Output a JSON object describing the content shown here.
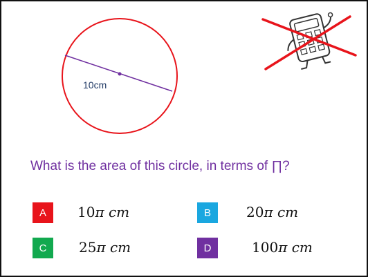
{
  "figure": {
    "diameter_label": "10cm"
  },
  "question": {
    "text": "What is the area of this circle, in terms of ∏?"
  },
  "options": [
    {
      "letter": "A",
      "coefficient": "10",
      "pi": "π",
      "unit": "cm",
      "color": "#e8141b"
    },
    {
      "letter": "B",
      "coefficient": "20",
      "pi": "π",
      "unit": "cm",
      "color": "#1aa7e0"
    },
    {
      "letter": "C",
      "coefficient": "25",
      "pi": "π",
      "unit": "cm",
      "color": "#12a94f"
    },
    {
      "letter": "D",
      "coefficient": "100",
      "pi": "π",
      "unit": "cm",
      "color": "#7030a0"
    }
  ],
  "colors": {
    "circle": "#e8141b",
    "diameter": "#7030a0",
    "question": "#7030a0",
    "cross": "#e8141b"
  },
  "icons": {
    "no_calculator": "calculator-crossed-out-icon"
  }
}
